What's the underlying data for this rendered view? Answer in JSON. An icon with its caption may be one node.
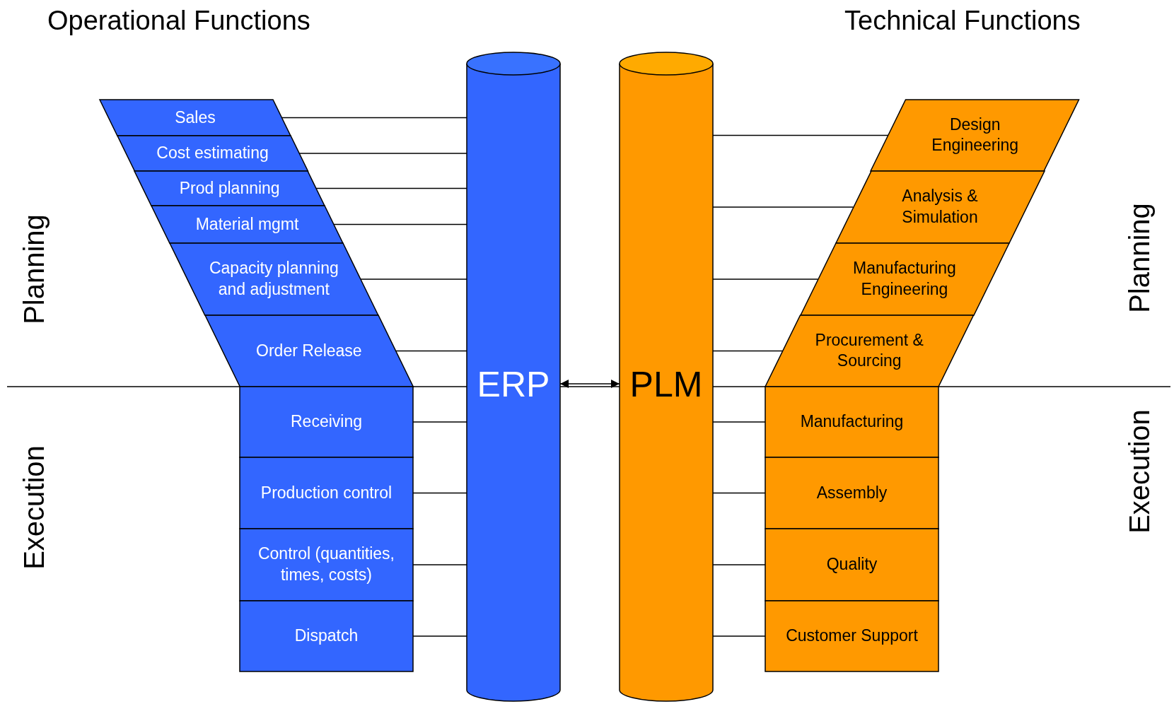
{
  "diagram": {
    "nodes": [
      {
        "text": [
          "Sales"
        ]
      },
      {
        "text": [
          "Cost estimating"
        ]
      },
      {
        "text": [
          "Prod planning"
        ]
      },
      {
        "text": [
          "Material mgmt"
        ]
      },
      {
        "text": [
          "Capacity planning and adjustment"
        ]
      },
      {
        "text": [
          "Order Release"
        ]
      },
      {
        "text": [
          "Receiving"
        ]
      },
      {
        "text": [
          "Production control"
        ]
      },
      {
        "text": [
          "Control (quantities, times, costs)"
        ]
      },
      {
        "text": [
          "Dispatch"
        ]
      },
      {
        "text": [
          "ERP"
        ]
      },
      {
        "text": [
          "PLM"
        ]
      },
      {
        "text": [
          "Design Engineering"
        ]
      },
      {
        "text": [
          "Analysis & Simulation"
        ]
      },
      {
        "text": [
          "Manufacturing Engineering"
        ]
      },
      {
        "text": [
          "Procurement & Sourcing"
        ]
      },
      {
        "text": [
          "Manufacturing"
        ]
      },
      {
        "text": [
          "Assembly"
        ]
      },
      {
        "text": [
          "Quality"
        ]
      },
      {
        "text": [
          "Customer Support"
        ]
      }
    ],
    "edges": [
      {
        "from": 0,
        "to": 10,
        "arrow": "none"
      },
      {
        "from": 1,
        "to": 10,
        "arrow": "none"
      },
      {
        "from": 2,
        "to": 10,
        "arrow": "none"
      },
      {
        "from": 3,
        "to": 10,
        "arrow": "none"
      },
      {
        "from": 4,
        "to": 10,
        "arrow": "none"
      },
      {
        "from": 5,
        "to": 10,
        "arrow": "none"
      },
      {
        "from": 6,
        "to": 10,
        "arrow": "none"
      },
      {
        "from": 7,
        "to": 10,
        "arrow": "none"
      },
      {
        "from": 8,
        "to": 10,
        "arrow": "none"
      },
      {
        "from": 9,
        "to": 10,
        "arrow": "none"
      },
      {
        "from": 10,
        "to": 11,
        "arrow": "both"
      },
      {
        "from": 11,
        "to": 12,
        "arrow": "none"
      },
      {
        "from": 11,
        "to": 13,
        "arrow": "none"
      },
      {
        "from": 11,
        "to": 14,
        "arrow": "none"
      },
      {
        "from": 11,
        "to": 15,
        "arrow": "none"
      },
      {
        "from": 11,
        "to": 16,
        "arrow": "none"
      },
      {
        "from": 11,
        "to": 17,
        "arrow": "none"
      },
      {
        "from": 11,
        "to": 18,
        "arrow": "none"
      },
      {
        "from": 11,
        "to": 19,
        "arrow": "none"
      }
    ],
    "labels": [
      "Operational Functions",
      "Technical Functions",
      "Planning",
      "Execution",
      "Planning",
      "Execution"
    ]
  }
}
